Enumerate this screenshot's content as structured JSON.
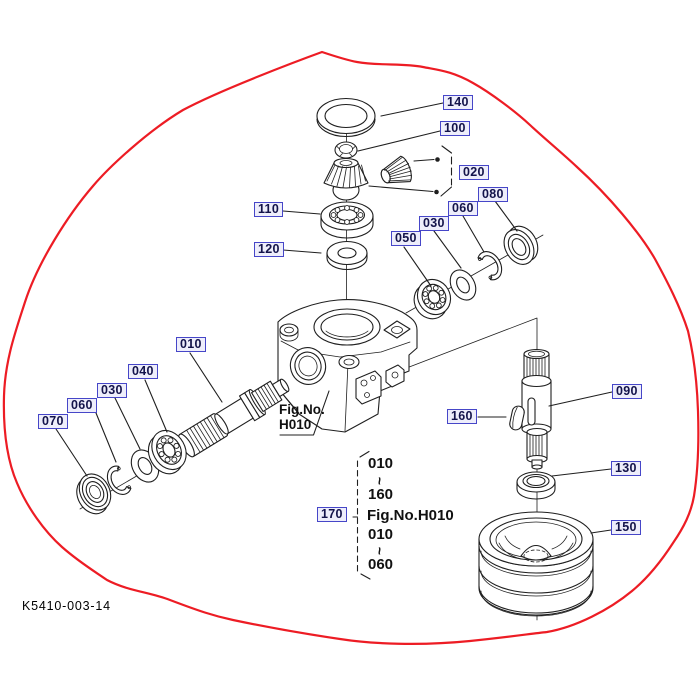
{
  "drawing_code": "K5410-003-14",
  "housing_note": {
    "line1": "Fig.No.",
    "line2": "H010"
  },
  "ref_list": {
    "items": [
      "010",
      "~",
      "160",
      "Fig.No.H010",
      "010",
      "~",
      "060"
    ]
  },
  "callouts": [
    "140",
    "100",
    "020",
    "080",
    "060",
    "030",
    "050",
    "110",
    "120",
    "010",
    "040",
    "030",
    "060",
    "070",
    "090",
    "160",
    "130",
    "150",
    "170"
  ],
  "colors": {
    "outline_red": "#ed1c24",
    "callout_border": "#4646c8",
    "callout_bg": "#eeeefb",
    "ink": "#1f1f1f"
  }
}
